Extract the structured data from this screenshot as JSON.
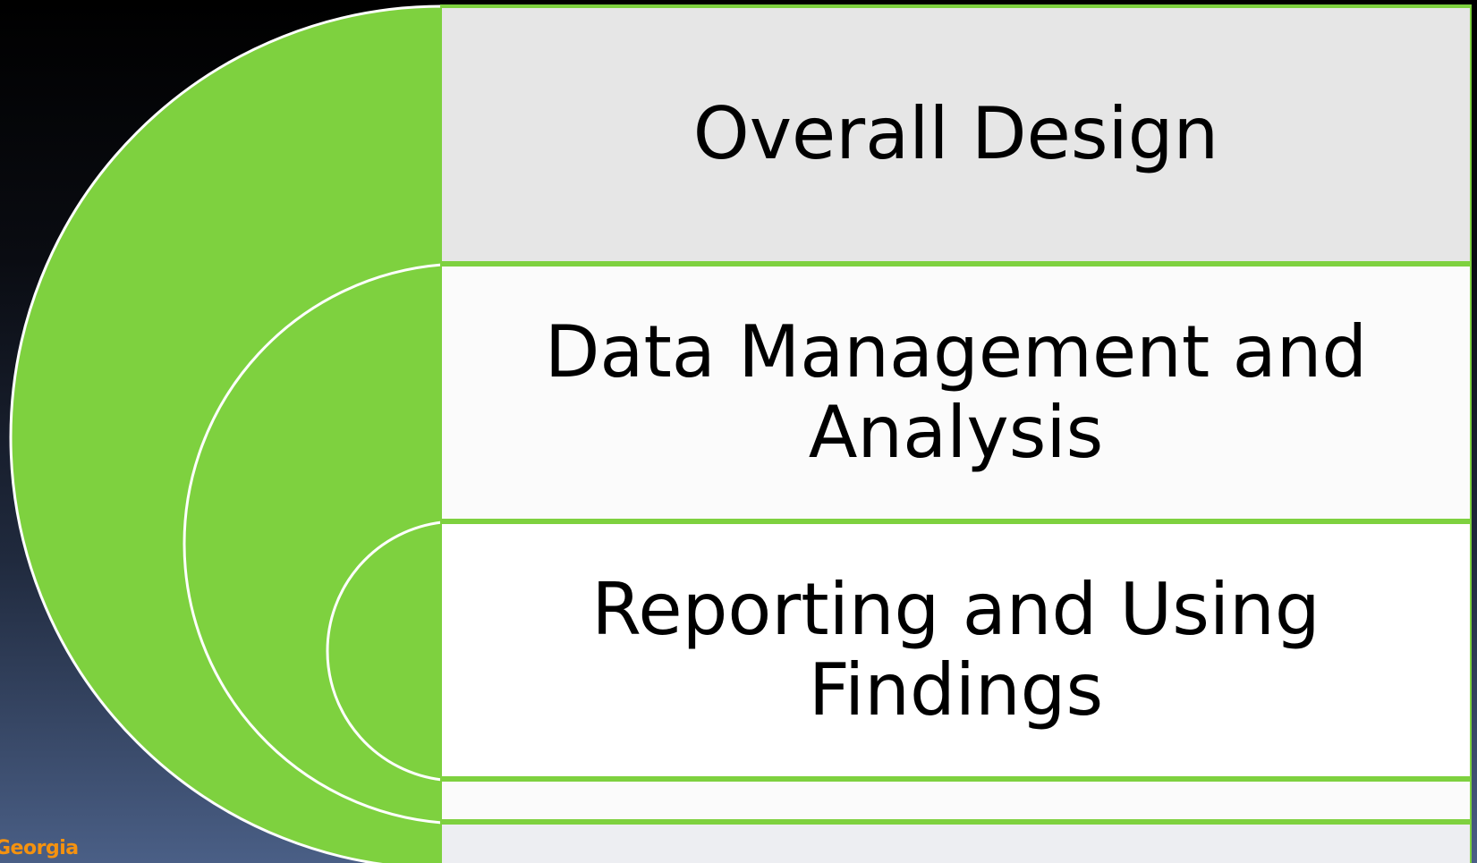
{
  "diagram": {
    "layers": [
      {
        "label": "Overall Design"
      },
      {
        "label": "Data Management and Analysis"
      },
      {
        "label": "Reporting and Using Findings"
      }
    ]
  },
  "logo": {
    "text": "Georgia"
  },
  "colors": {
    "accent_green": "#7ed13f",
    "arc_stroke": "#ffffff",
    "row_top_fill": "#e6e6e6",
    "row_fill": "#fbfbfb",
    "logo_orange": "#f5920f"
  }
}
